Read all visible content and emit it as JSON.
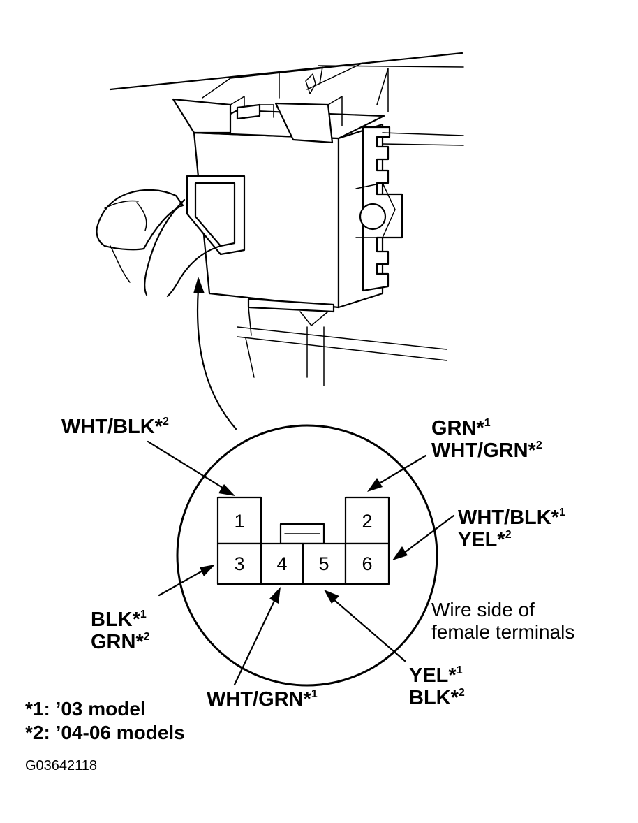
{
  "connector": {
    "pins": [
      "1",
      "2",
      "3",
      "4",
      "5",
      "6"
    ]
  },
  "wire_labels": {
    "pin1": [
      {
        "text": "WHT/BLK*",
        "sup": "2"
      }
    ],
    "pin2": [
      {
        "text": "GRN*",
        "sup": "1"
      },
      {
        "text": "WHT/GRN*",
        "sup": "2"
      }
    ],
    "pin6": [
      {
        "text": "WHT/BLK*",
        "sup": "1"
      },
      {
        "text": "YEL*",
        "sup": "2"
      }
    ],
    "pin3": [
      {
        "text": "BLK*",
        "sup": "1"
      },
      {
        "text": "GRN*",
        "sup": "2"
      }
    ],
    "pin4": [
      {
        "text": "WHT/GRN*",
        "sup": "1"
      }
    ],
    "pin5": [
      {
        "text": "YEL*",
        "sup": "1"
      },
      {
        "text": "BLK*",
        "sup": "2"
      }
    ]
  },
  "view_note": [
    "Wire side of",
    "female terminals"
  ],
  "legend": [
    "*1: ’03 model",
    "*2: ’04-06 models"
  ],
  "figure_id": "G03642118"
}
